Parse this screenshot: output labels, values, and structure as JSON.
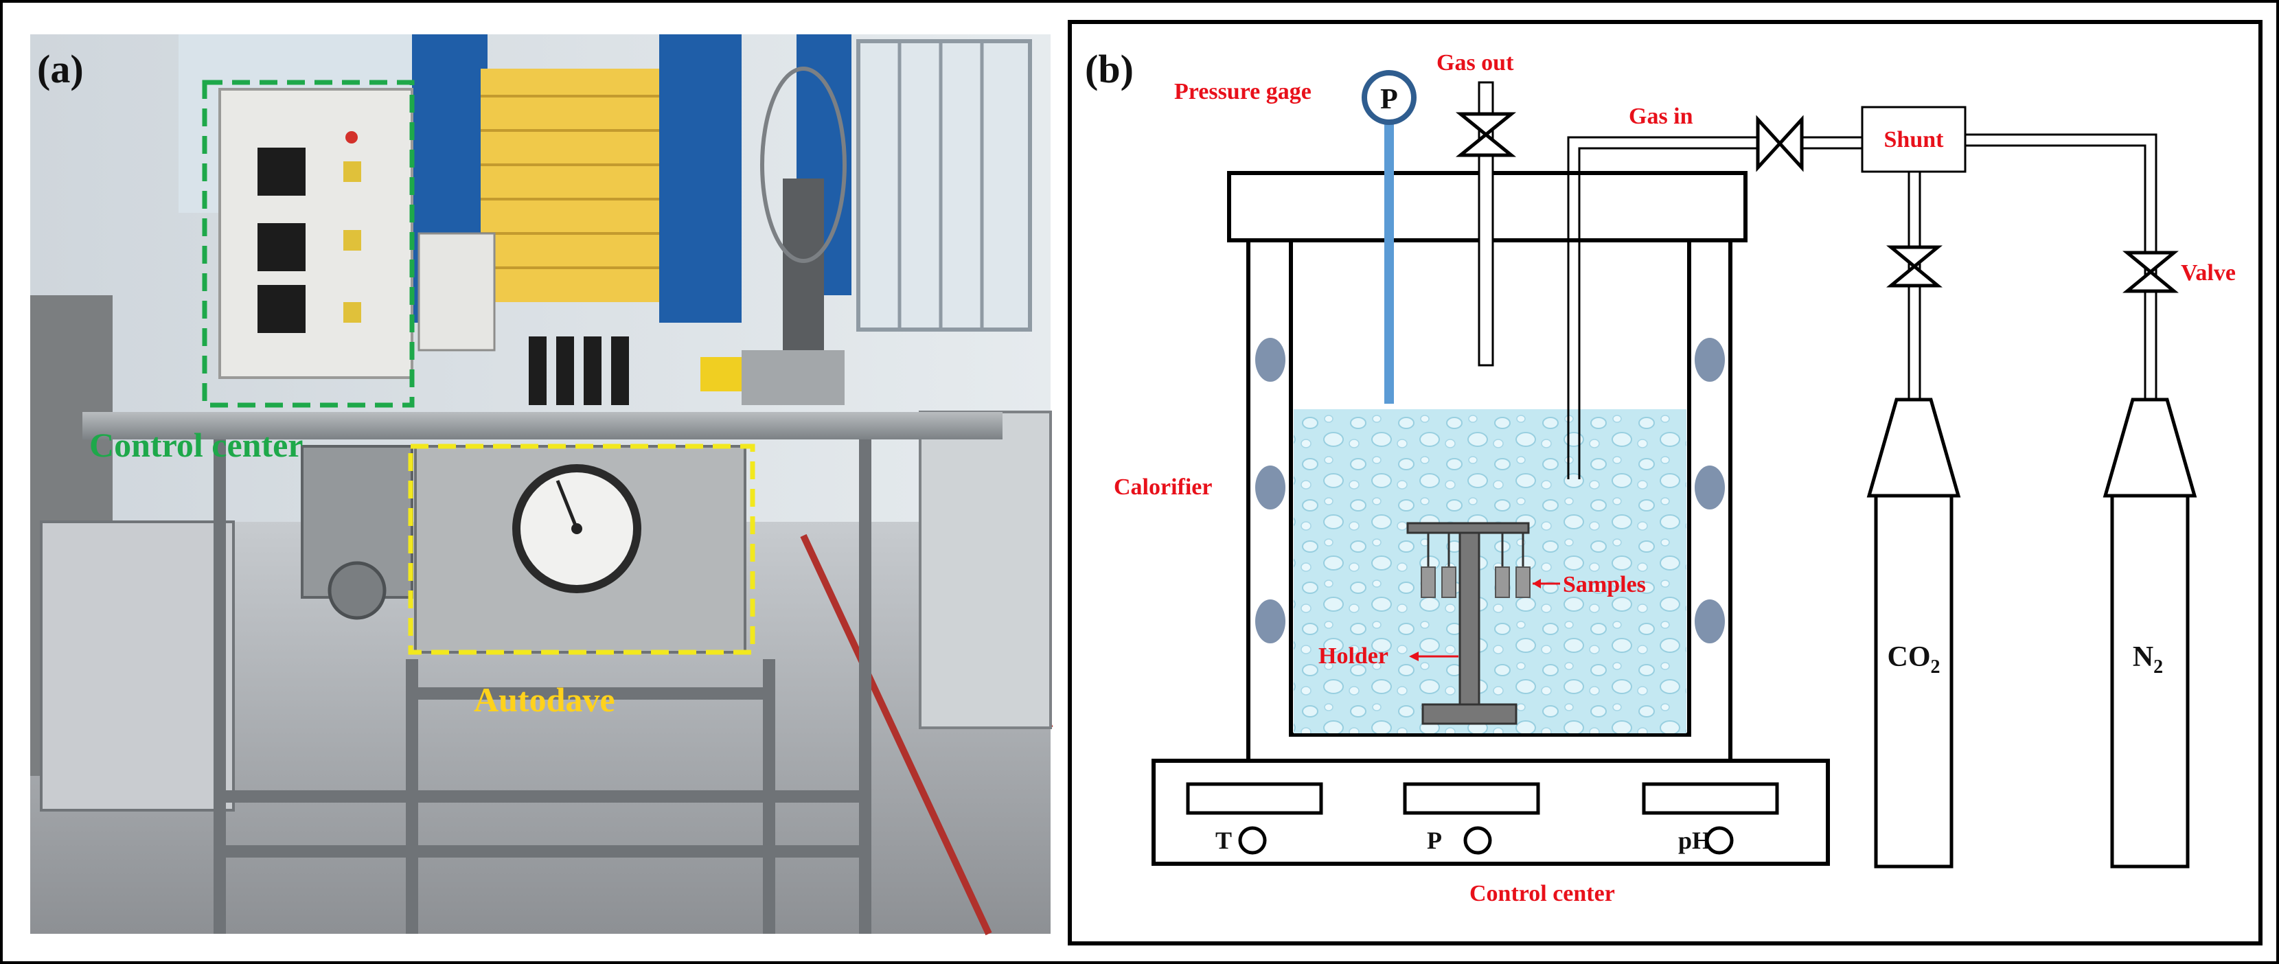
{
  "panel_a": {
    "label": "(a)",
    "control_center_label": "Control center",
    "autoclave_label": "Autodave"
  },
  "panel_b": {
    "label": "(b)",
    "pressure_gage": "Pressure gage",
    "pressure_symbol": "P",
    "gas_out": "Gas out",
    "gas_in": "Gas in",
    "shunt": "Shunt",
    "valve": "Valve",
    "calorifier": "Calorifier",
    "samples": "Samples",
    "holder": "Holder",
    "co2_base": "CO",
    "co2_sub": "2",
    "n2_base": "N",
    "n2_sub": "2",
    "control_T": "T",
    "control_P": "P",
    "control_pH": "pH",
    "control_center": "Control center"
  },
  "colors": {
    "label_red": "#e8101a",
    "label_yellow": "#ffd21c",
    "label_green": "#1ea84a",
    "liquid": "#bfe6f0",
    "pressure_tube": "#5b9bd5",
    "heater": "#7f92ad"
  }
}
